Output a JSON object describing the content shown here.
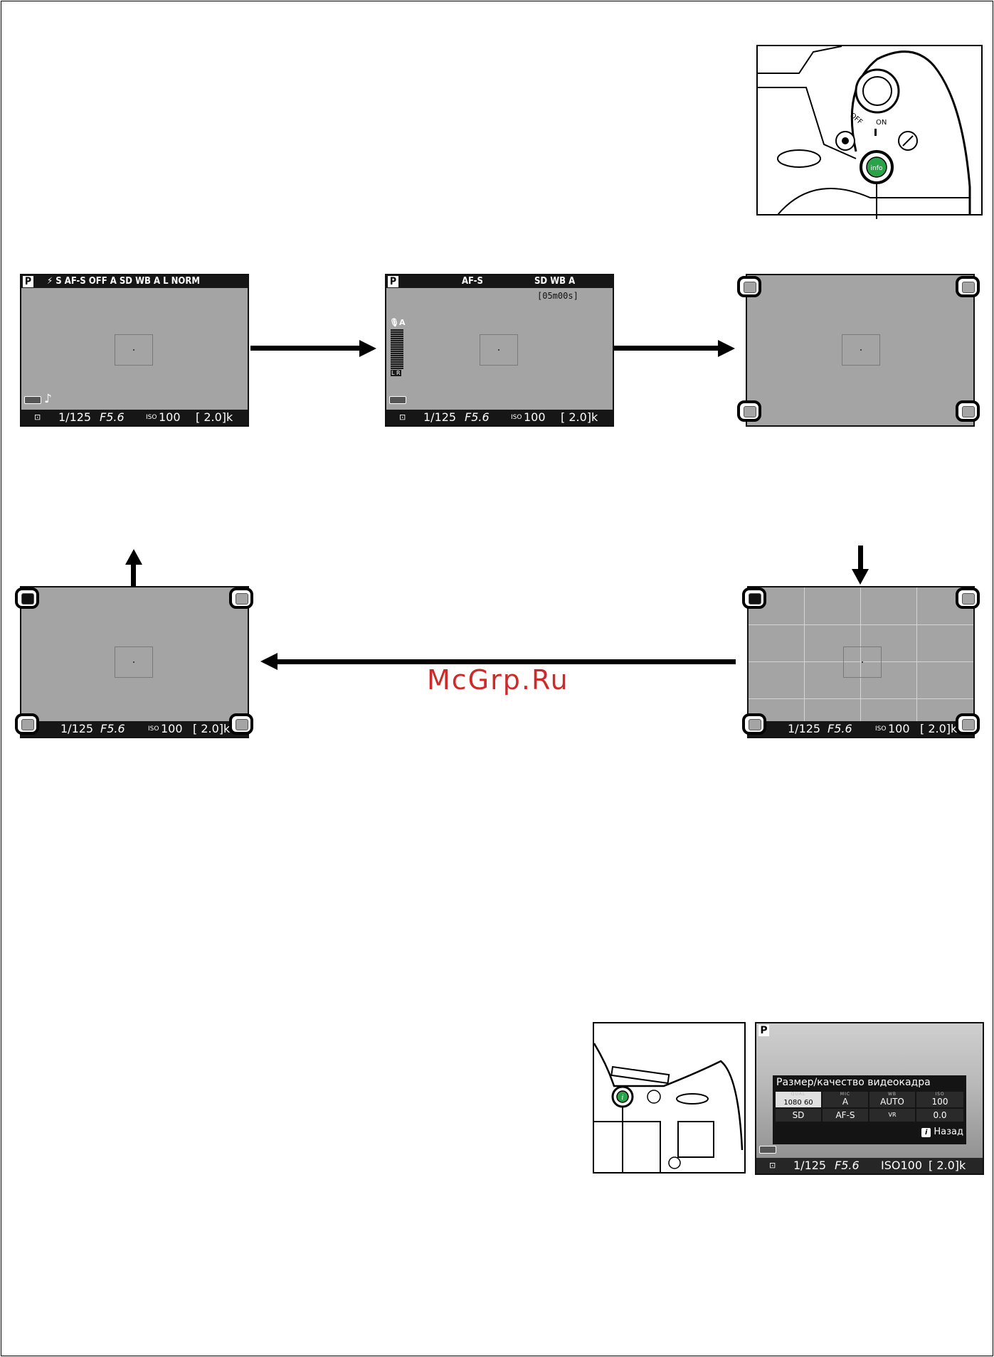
{
  "watermark": "McGrp.Ru",
  "camera_top": {
    "dial_off": "OFF",
    "dial_on": "ON",
    "info_button": "info"
  },
  "screens": {
    "exposure": {
      "shutter": "1/125",
      "aperture": "F5.6",
      "iso_label": "ISO",
      "iso_value": "100",
      "remaining": "[ 2.0]k"
    },
    "screen1": {
      "mode": "P",
      "topbar": "⚡  S  AF-S  OFF  A  SD  WB A  L NORM"
    },
    "screen2": {
      "mode": "P",
      "af": "AF-S",
      "wb": "SD  WB A",
      "time": "05m00s",
      "mic": "A",
      "meter_lr": "L R"
    }
  },
  "menu_screen": {
    "mode": "P",
    "title": "Размер/качество видеокадра",
    "row1": [
      {
        "label": "QUAL",
        "value": "1080 60"
      },
      {
        "label": "MIC",
        "value": "A"
      },
      {
        "label": "WB",
        "value": "AUTO"
      },
      {
        "label": "ISO",
        "value": "100"
      }
    ],
    "row2": [
      {
        "label": "",
        "value": "SD"
      },
      {
        "label": "",
        "value": "AF-S"
      },
      {
        "label": "",
        "value": "VR"
      },
      {
        "label": "",
        "value": "0.0"
      }
    ],
    "back": "Назад",
    "shutter": "1/125",
    "aperture": "F5.6",
    "iso": "ISO100",
    "remaining": "[ 2.0]k"
  }
}
